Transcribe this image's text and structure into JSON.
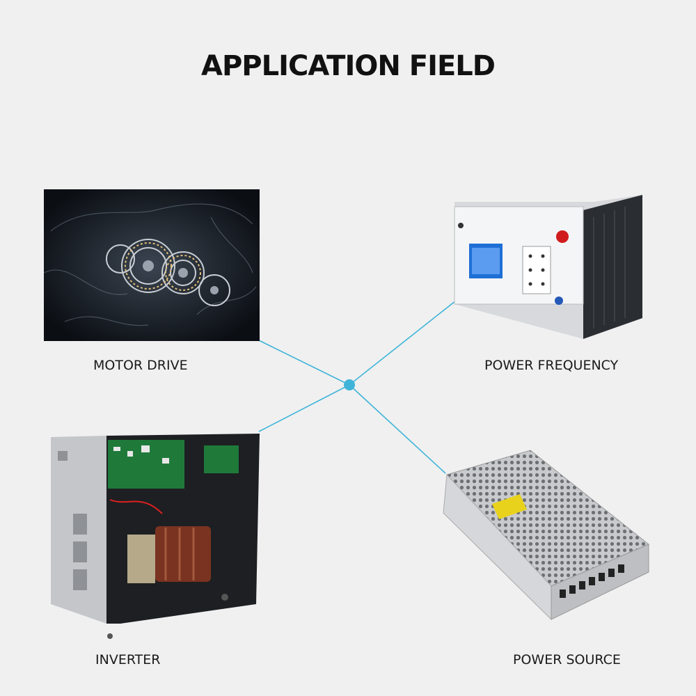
{
  "title": "APPLICATION FIELD",
  "fields": [
    {
      "label": "MOTOR DRIVE",
      "icon": "motor-gear-image"
    },
    {
      "label": "POWER FREQUENCY",
      "icon": "power-frequency-cabinet-image"
    },
    {
      "label": "INVERTER",
      "icon": "inverter-unit-image"
    },
    {
      "label": "POWER SOURCE",
      "icon": "switching-power-supply-image"
    }
  ],
  "colors": {
    "accent": "#3fb4d8",
    "background": "#f0f0f0",
    "text": "#111111"
  }
}
